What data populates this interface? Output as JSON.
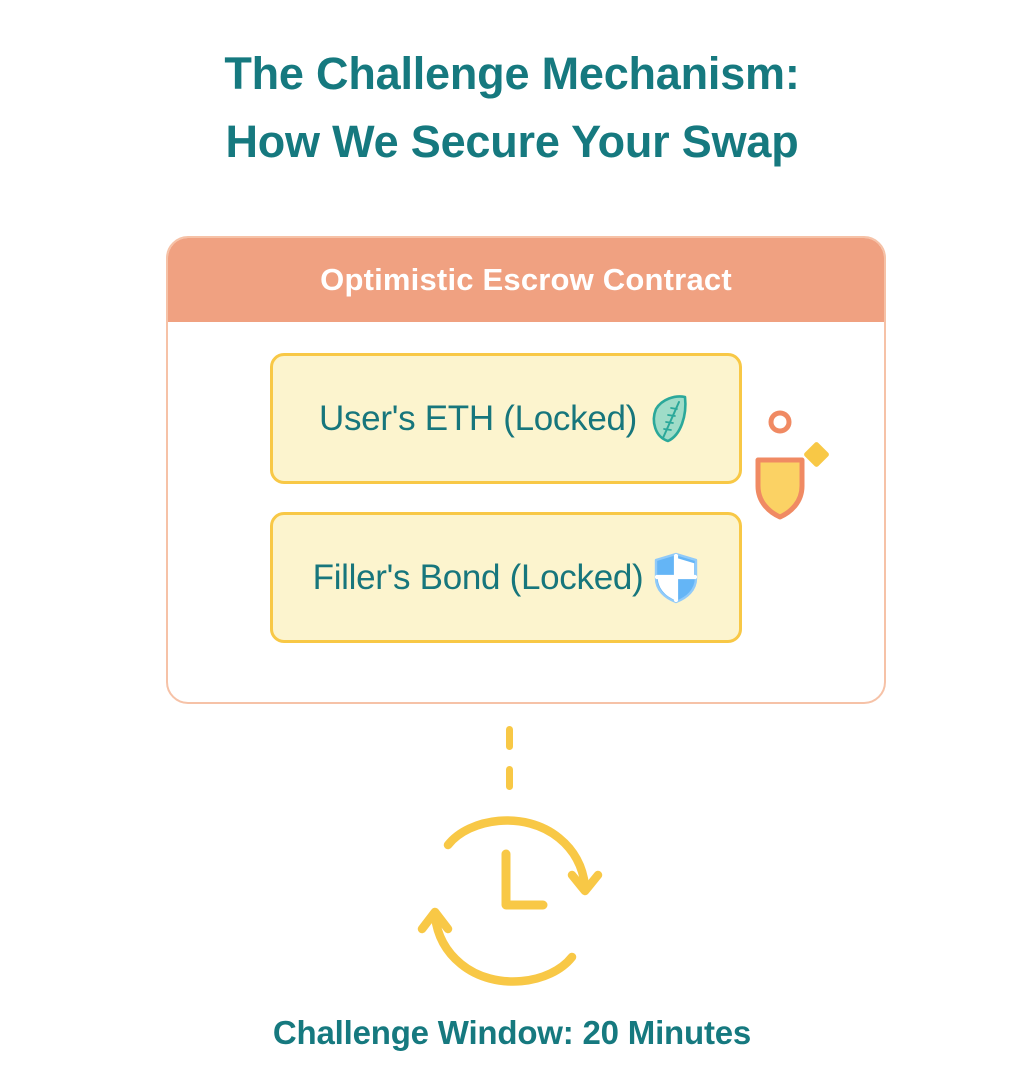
{
  "title": {
    "line1": "The Challenge Mechanism:",
    "line2": "How We Secure Your Swap",
    "color": "#16797F"
  },
  "card": {
    "header_title": "Optimistic Escrow Contract",
    "header_color": "#F0A181",
    "header_text_color": "#FFFFFF",
    "border_color": "#F6C2A7",
    "rows": [
      {
        "label": "User's ETH (Locked)",
        "icon": "leaf-icon",
        "icon_colors": {
          "fill": "#9FDCC8",
          "stroke": "#2BA89A"
        },
        "fill": "#FCF4CE",
        "border": "#F8C846"
      },
      {
        "label": "Filler's Bond (Locked)",
        "icon": "shield-icon",
        "icon_colors": {
          "fill": "#64B5F6",
          "stroke": "#64B5F6"
        },
        "fill": "#FCF4CE",
        "border": "#F8C846"
      }
    ]
  },
  "decor": {
    "ring": {
      "name": "ring-shape",
      "color": "#F08A63"
    },
    "diamond": {
      "name": "diamond-shape",
      "color": "#F8C846"
    },
    "shield": {
      "name": "shield-shape",
      "fill": "#FBD264",
      "stroke": "#F08A63"
    }
  },
  "connector": {
    "name": "dashed-connector",
    "color": "#F8C846",
    "dashes": 2
  },
  "timer": {
    "name": "challenge-timer-icon",
    "color": "#F8C846",
    "arrows": 2,
    "hands": "L"
  },
  "caption": {
    "text": "Challenge Window: 20 Minutes",
    "color": "#16797F"
  }
}
